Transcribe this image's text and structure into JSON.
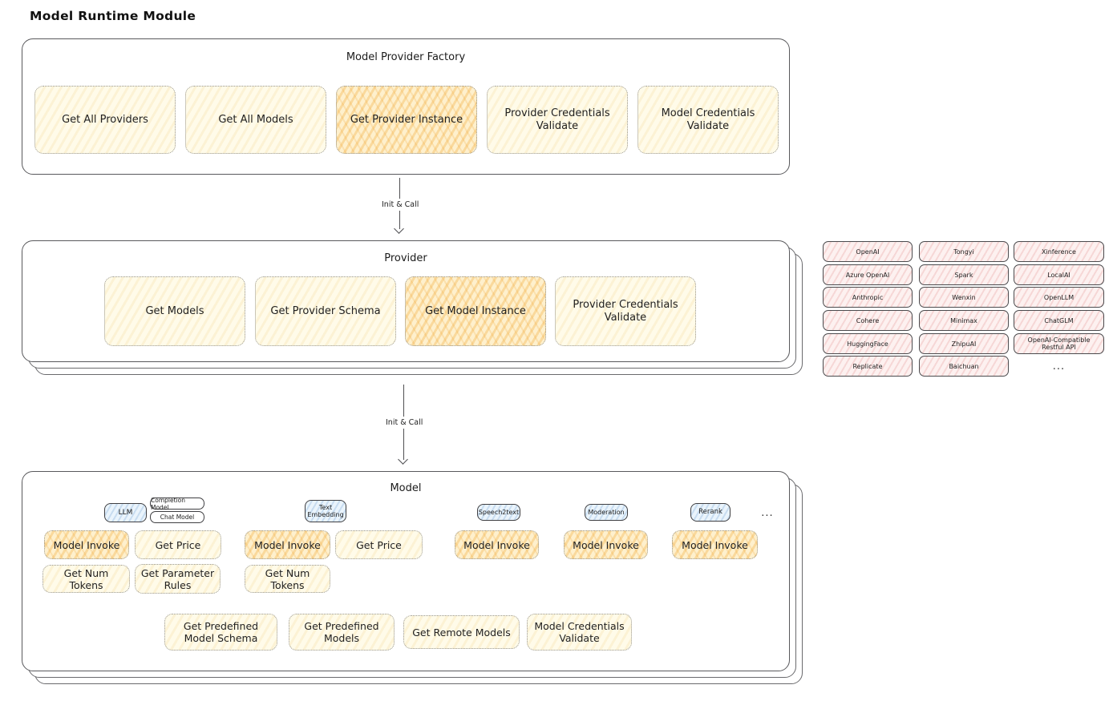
{
  "title": "Model Runtime Module",
  "factory": {
    "title": "Model Provider Factory",
    "items": [
      {
        "label": "Get All Providers",
        "highlighted": false
      },
      {
        "label": "Get All Models",
        "highlighted": false
      },
      {
        "label": "Get Provider Instance",
        "highlighted": true
      },
      {
        "label": "Provider Credentials Validate",
        "highlighted": false
      },
      {
        "label": "Model Credentials Validate",
        "highlighted": false
      }
    ]
  },
  "arrows": [
    {
      "label": "Init & Call"
    },
    {
      "label": "Init & Call"
    }
  ],
  "provider": {
    "title": "Provider",
    "items": [
      {
        "label": "Get Models",
        "highlighted": false
      },
      {
        "label": "Get Provider Schema",
        "highlighted": false
      },
      {
        "label": "Get Model Instance",
        "highlighted": true
      },
      {
        "label": "Provider Credentials Validate",
        "highlighted": false
      }
    ]
  },
  "provider_list": {
    "items": [
      "OpenAI",
      "Tongyi",
      "Xinference",
      "Azure OpenAI",
      "Spark",
      "LocalAI",
      "Anthropic",
      "Wenxin",
      "OpenLLM",
      "Cohere",
      "Minimax",
      "ChatGLM",
      "HuggingFace",
      "ZhipuAI",
      "OpenAI-Compatible Restful API",
      "Replicate",
      "Baichuan"
    ],
    "more": "..."
  },
  "model": {
    "title": "Model",
    "tabs": {
      "llm": "LLM",
      "completion_model": "Completion Model",
      "chat_model": "Chat Model",
      "text_embedding": "Text Embedding",
      "speech2text": "Speech2text",
      "moderation": "Moderation",
      "rerank": "Rerank",
      "more": "..."
    },
    "ops": {
      "llm": [
        "Model Invoke",
        "Get Price",
        "Get Num Tokens",
        "Get Parameter Rules"
      ],
      "text_embedding": [
        "Model Invoke",
        "Get Price",
        "Get Num Tokens"
      ],
      "speech2text": [
        "Model Invoke"
      ],
      "moderation": [
        "Model Invoke"
      ],
      "rerank": [
        "Model Invoke"
      ]
    },
    "bottom_ops": [
      "Get Predefined Model Schema",
      "Get Predefined Models",
      "Get Remote Models",
      "Model Credentials Validate"
    ]
  }
}
